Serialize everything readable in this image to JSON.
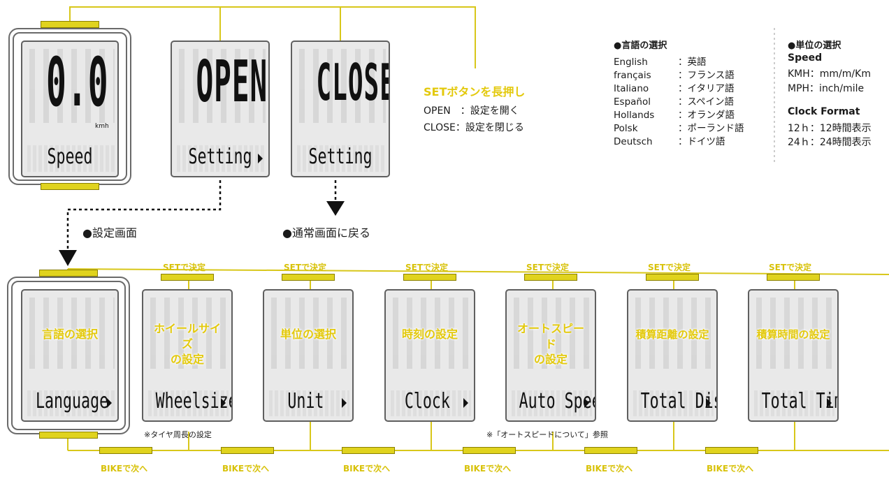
{
  "top_screens": {
    "speed": {
      "value": "0.0",
      "unit": "kmh",
      "label": "Speed"
    },
    "open": {
      "big": "OPEN",
      "label": "Setting"
    },
    "close": {
      "big": "CLOSE",
      "label": "Setting"
    }
  },
  "instructions": {
    "title": "SETボタンを長押し",
    "open_line": "OPEN　：設定を開く",
    "close_line": "CLOSE：設定を閉じる"
  },
  "flow_labels": {
    "settings_screen": "●設定画面",
    "return_normal": "●通常画面に戻る"
  },
  "language_box": {
    "title": "●言語の選択",
    "rows": [
      {
        "lang": "English",
        "ja": "：英語"
      },
      {
        "lang": "français",
        "ja": "：フランス語"
      },
      {
        "lang": "Italiano",
        "ja": "：イタリア語"
      },
      {
        "lang": "Español",
        "ja": "：スペイン語"
      },
      {
        "lang": "Hollands",
        "ja": "：オランダ語"
      },
      {
        "lang": "Polsk",
        "ja": "：ポーランド語"
      },
      {
        "lang": "Deutsch",
        "ja": "：ドイツ語"
      }
    ]
  },
  "unit_box": {
    "title": "●単位の選択",
    "speed_title": "Speed",
    "kmh": "KMH：mm/m/Km",
    "mph": "MPH：inch/mile",
    "clock_title": "Clock Format",
    "h12": "12ｈ：12時間表示",
    "h24": "24ｈ：24時間表示"
  },
  "settings": [
    {
      "jp": "言語の選択",
      "lcd": "Language"
    },
    {
      "jp": "ホイールサイズ\nの設定",
      "lcd": "Wheelsize"
    },
    {
      "jp": "単位の選択",
      "lcd": "Unit"
    },
    {
      "jp": "時刻の設定",
      "lcd": "Clock"
    },
    {
      "jp": "オートスピード\nの設定",
      "lcd": "Auto Speed"
    },
    {
      "jp": "積算距離の設定",
      "lcd": "Total Dist"
    },
    {
      "jp": "積算時間の設定",
      "lcd": "Total Time"
    }
  ],
  "set_label": "SETで決定",
  "bike_label": "BIKEで次へ",
  "notes": {
    "tire": "※タイヤ周長の設定",
    "auto": "※「オートスピードについて」参照"
  },
  "colors": {
    "accent": "#e3c90c",
    "wire": "#d8c71a",
    "device_border": "#6a6a6a"
  }
}
